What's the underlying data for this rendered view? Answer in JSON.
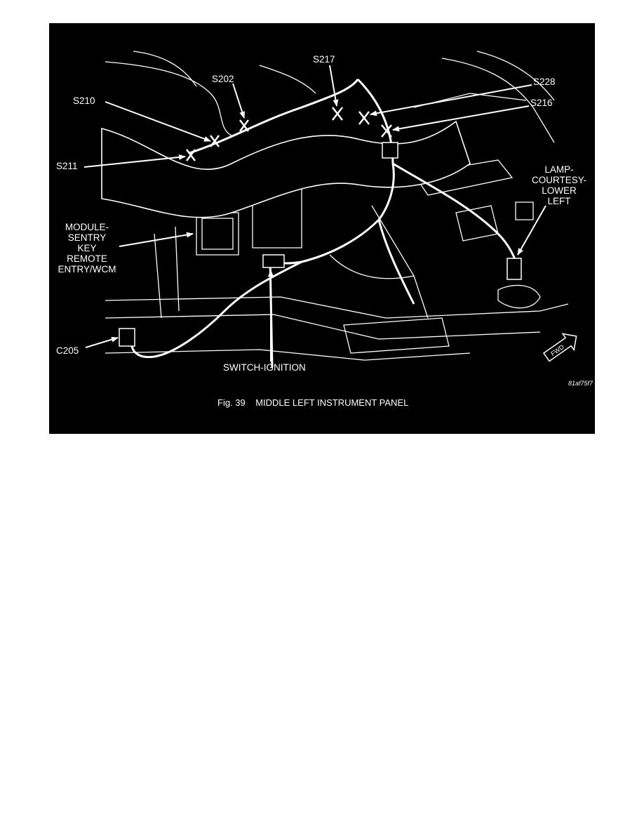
{
  "figure": {
    "caption": "Fig. 39    MIDDLE LEFT INSTRUMENT PANEL",
    "figure_id": "81af75f7",
    "fwd_label": "FWD",
    "callouts": {
      "s217": "S217",
      "s202": "S202",
      "s228": "S228",
      "s210": "S210",
      "s216": "S216",
      "s211": "S211",
      "lamp": [
        "LAMP-",
        "COURTESY-",
        "LOWER",
        "LEFT"
      ],
      "module": [
        "MODULE-",
        "SENTRY",
        "KEY",
        "REMOTE",
        "ENTRY/WCM"
      ],
      "c205": "C205",
      "switch_ignition": "SWITCH-IGNITION"
    }
  },
  "colors": {
    "background": "#000000",
    "line": "#ffffff",
    "page": "#ffffff"
  }
}
